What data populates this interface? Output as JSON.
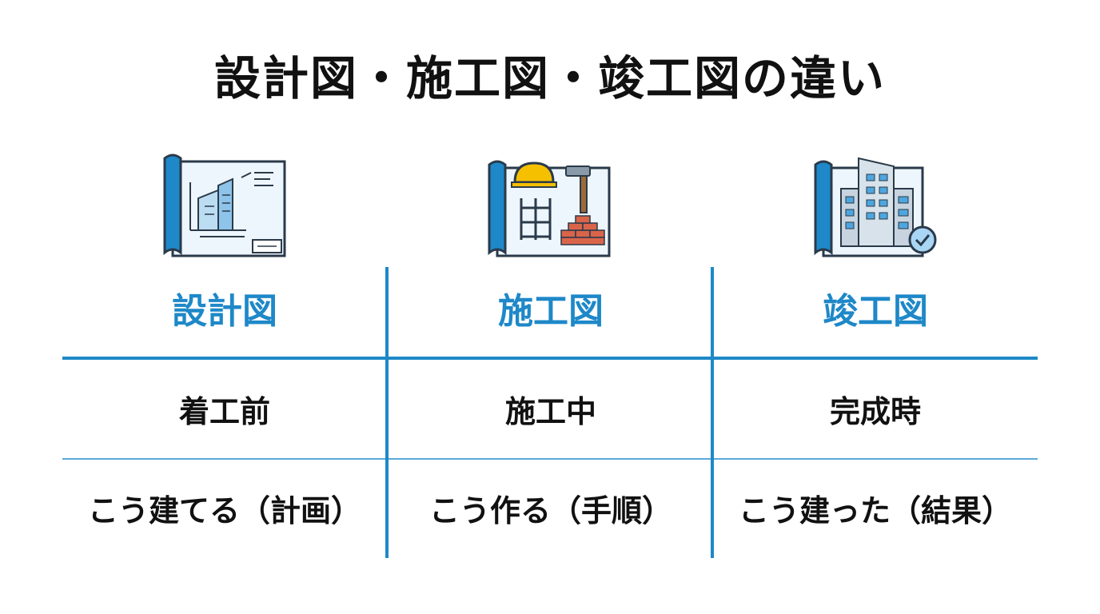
{
  "title": "設計図・施工図・竣工図の違い",
  "columns": [
    {
      "label": "設計図",
      "timing": "着工前",
      "meaning": "こう建てる（計画）",
      "icon": "blueprint-building-icon"
    },
    {
      "label": "施工図",
      "timing": "施工中",
      "meaning": "こう作る（手順）",
      "icon": "construction-blueprint-icon"
    },
    {
      "label": "竣工図",
      "timing": "完成時",
      "meaning": "こう建った（結果）",
      "icon": "completed-building-icon"
    }
  ],
  "colors": {
    "accent": "#1e88c8",
    "text": "#111111",
    "helmet": "#f5c000",
    "brick": "#d9644a"
  }
}
